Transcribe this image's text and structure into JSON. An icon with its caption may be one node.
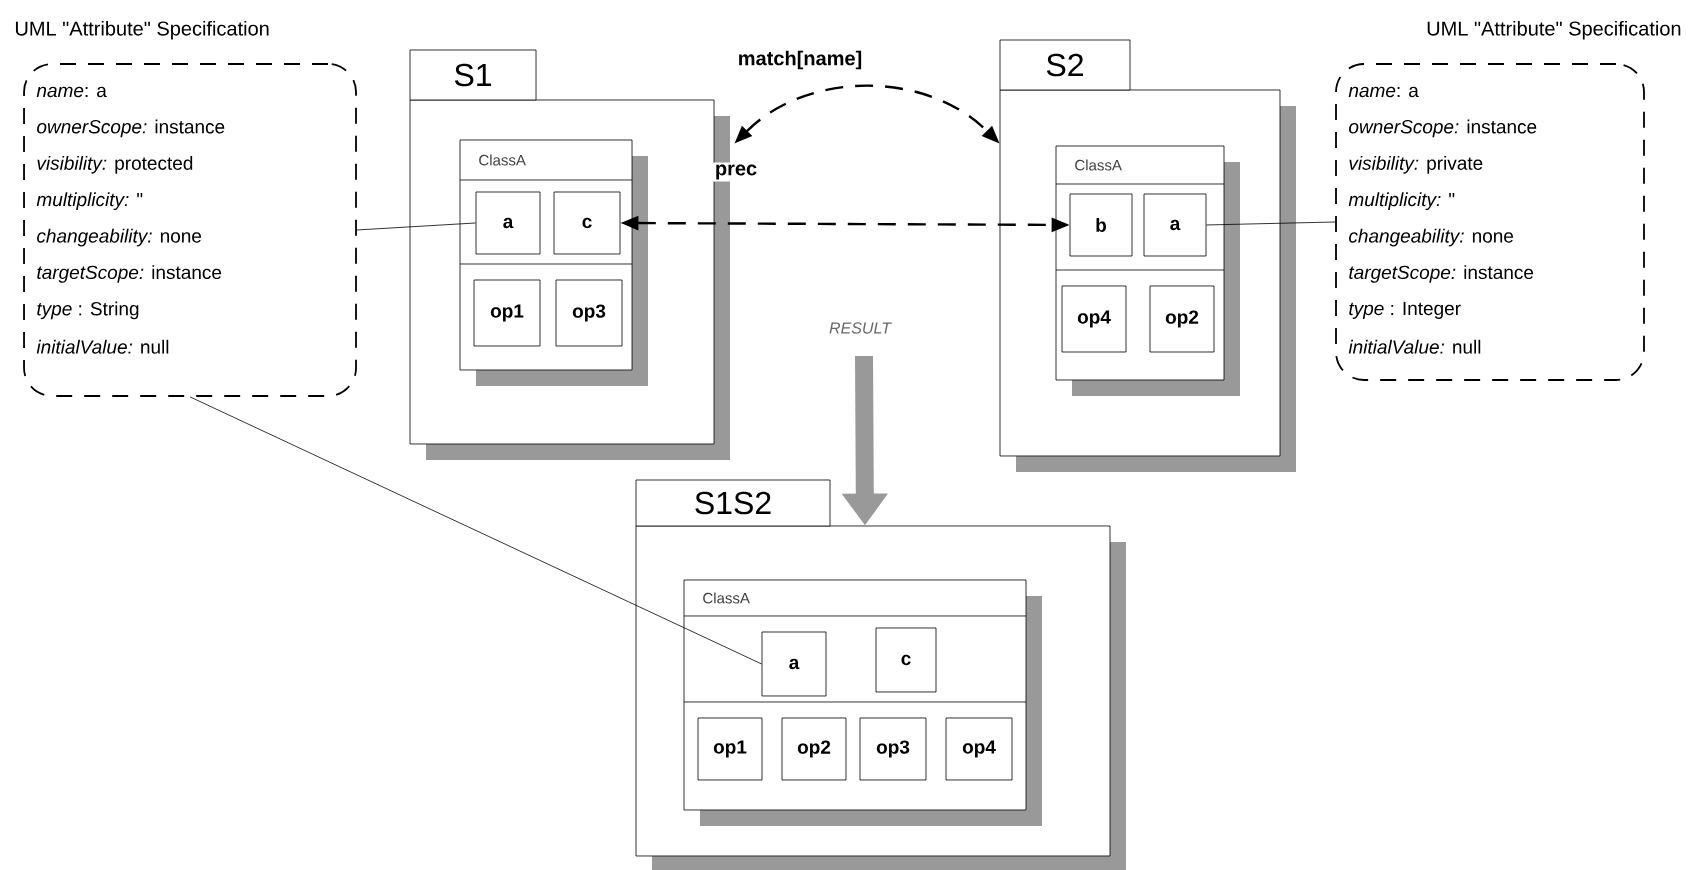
{
  "diagram": {
    "nodes": [
      {
        "text": [
          "UML \"Attribute\" Specification",
          "*name*: a",
          "*ownerScope:* instance",
          "*visibility:* protected",
          "*multiplicity:* \"",
          "*changeability:* none",
          "*targetScope:* instance",
          "*type* : String",
          "*initialValue:* null"
        ]
      },
      {
        "text": [
          "S1"
        ]
      },
      {
        "text": [
          "ClassA"
        ],
        "in": 1
      },
      {
        "text": [
          "a"
        ],
        "in": 2
      },
      {
        "text": [
          "c"
        ],
        "in": 2
      },
      {
        "text": [
          "op1"
        ],
        "in": 2
      },
      {
        "text": [
          "op3"
        ],
        "in": 2
      },
      {
        "text": [
          "S2"
        ]
      },
      {
        "text": [
          "ClassA"
        ],
        "in": 7
      },
      {
        "text": [
          "b"
        ],
        "in": 8
      },
      {
        "text": [
          "a"
        ],
        "in": 8
      },
      {
        "text": [
          "op4"
        ],
        "in": 8
      },
      {
        "text": [
          "op2"
        ],
        "in": 8
      },
      {
        "text": [
          "UML \"Attribute\" Specification",
          "*name*: a",
          "*ownerScope:* instance",
          "*visibility:* private",
          "*multiplicity:* \"",
          "*changeability:* none",
          "*targetScope:* instance",
          "*type* : Integer",
          "*initialValue:* null"
        ]
      },
      {
        "text": [
          "S1S2"
        ]
      },
      {
        "text": [
          "ClassA"
        ],
        "in": 14
      },
      {
        "text": [
          "a"
        ],
        "in": 15
      },
      {
        "text": [
          "c"
        ],
        "in": 15
      },
      {
        "text": [
          "op1"
        ],
        "in": 15
      },
      {
        "text": [
          "op2"
        ],
        "in": 15
      },
      {
        "text": [
          "op3"
        ],
        "in": 15
      },
      {
        "text": [
          "op4"
        ],
        "in": 15
      }
    ],
    "edges": [
      {
        "from": 0,
        "to": 3,
        "arrow": "none"
      },
      {
        "from": 0,
        "to": 16,
        "arrow": "none"
      },
      {
        "from": 13,
        "to": 10,
        "arrow": "none"
      },
      {
        "from": 1,
        "to": 7,
        "arrow": "both",
        "style": "dashed",
        "label": "match[name]"
      },
      {
        "from": 4,
        "to": 9,
        "arrow": "both",
        "style": "dashed",
        "label": "prec"
      },
      {
        "from": null,
        "to": 14,
        "arrow": "to",
        "style": "thick",
        "color": "#999999",
        "label": "RESULT"
      }
    ]
  }
}
